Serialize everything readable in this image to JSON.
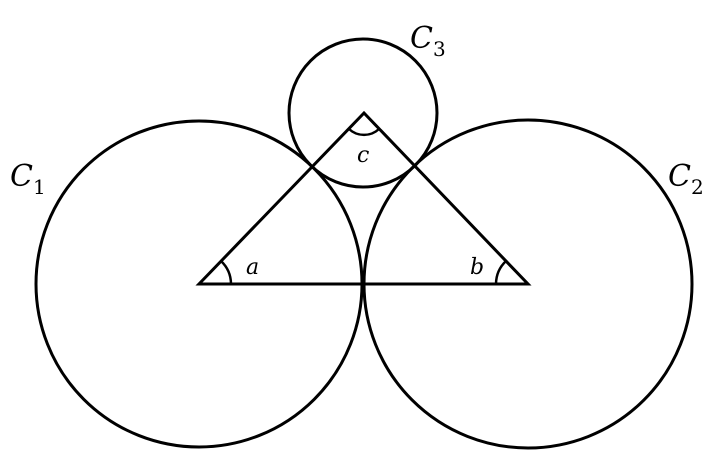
{
  "circles": [
    {
      "name": "C",
      "sub": "1"
    },
    {
      "name": "C",
      "sub": "2"
    },
    {
      "name": "C",
      "sub": "3"
    }
  ],
  "angles": {
    "a": "a",
    "b": "b",
    "c": "c"
  },
  "colors": {
    "stroke": "#000000",
    "background": "#ffffff"
  }
}
